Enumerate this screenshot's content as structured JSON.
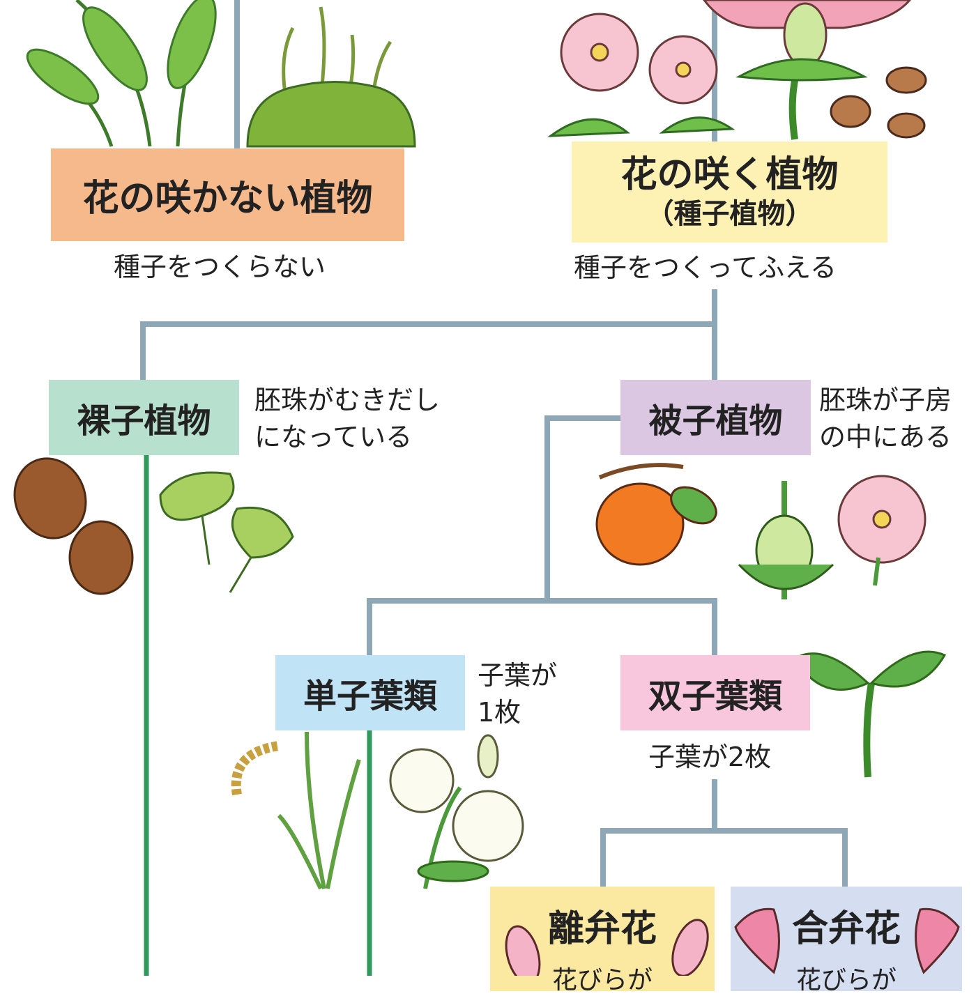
{
  "nodes": {
    "non_flowering": {
      "title": "花の咲かない植物",
      "caption": "種子をつくらない",
      "color": "#f6b98c"
    },
    "flowering": {
      "title": "花の咲く植物",
      "subtitle": "（種子植物）",
      "caption": "種子をつくってふえる",
      "color": "#fdf1b4"
    },
    "gymnosperm": {
      "title": "裸子植物",
      "caption_line1": "胚珠がむきだし",
      "caption_line2": "になっている",
      "color": "#b7e1ce"
    },
    "angiosperm": {
      "title": "被子植物",
      "caption_line1": "胚珠が子房",
      "caption_line2": "の中にある",
      "color": "#dcc7e3"
    },
    "monocot": {
      "title": "単子葉類",
      "caption_line1": "子葉が",
      "caption_line2": "1枚",
      "color": "#c0e3f5"
    },
    "dicot": {
      "title": "双子葉類",
      "caption": "子葉が2枚",
      "color": "#f8c7dd"
    },
    "polypetalous": {
      "title": "離弁花",
      "caption": "花びらが",
      "color": "#fbe9a2"
    },
    "sympetalous": {
      "title": "合弁花",
      "caption": "花びらが",
      "color": "#d5ddf1"
    }
  },
  "colors": {
    "connector": "#8ea7b7",
    "gymnosperm_line": "#2f9a5c"
  }
}
